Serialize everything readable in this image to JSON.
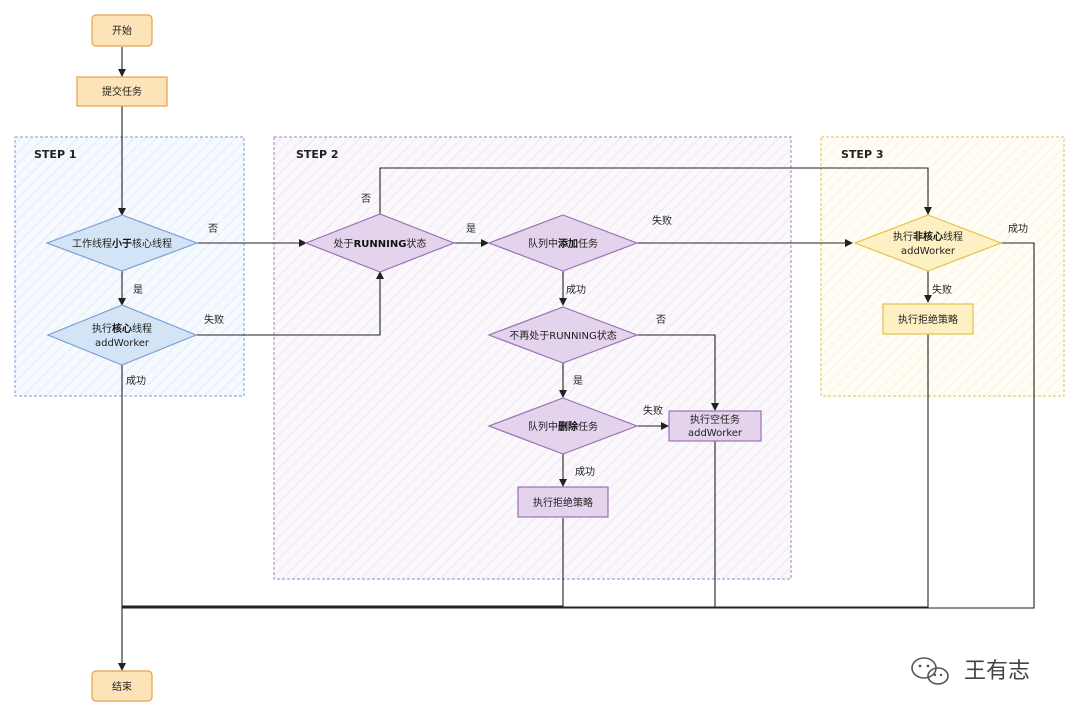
{
  "nodes": {
    "start": "开始",
    "submit": "提交任务",
    "end": "结束",
    "s1_decision_a": "工作线程",
    "s1_decision_b": "小于",
    "s1_decision_c": "核心线程",
    "s1_core_a": "执行",
    "s1_core_b": "核心",
    "s1_core_c": "线程",
    "s1_core_d": "addWorker",
    "s2_running_a": "处于",
    "s2_running_b": "RUNNING",
    "s2_running_c": "状态",
    "s2_add_a": "队列中",
    "s2_add_b": "添加",
    "s2_add_c": "任务",
    "s2_not_running": "不再处于RUNNING状态",
    "s2_remove_a": "队列中",
    "s2_remove_b": "删除",
    "s2_remove_c": "任务",
    "s2_empty_a": "执行空任务",
    "s2_empty_b": "addWorker",
    "s2_reject": "执行拒绝策略",
    "s3_noncore_a": "执行",
    "s3_noncore_b": "非核心",
    "s3_noncore_c": "线程",
    "s3_noncore_d": "addWorker",
    "s3_reject": "执行拒绝策略"
  },
  "steps": {
    "step1": "STEP 1",
    "step2": "STEP 2",
    "step3": "STEP 3"
  },
  "edge_labels": {
    "no": "否",
    "yes": "是",
    "fail": "失败",
    "success": "成功"
  },
  "watermark": "王有志",
  "colors": {
    "orange_fill": "#fde3b8",
    "orange_stroke": "#e8a14a",
    "blue_fill": "#d4e4f7",
    "blue_stroke": "#7a9fd0",
    "purple_fill": "#e3d3ec",
    "purple_stroke": "#9a72b2",
    "yellow_fill": "#fdf1c4",
    "yellow_stroke": "#e3c04a"
  }
}
